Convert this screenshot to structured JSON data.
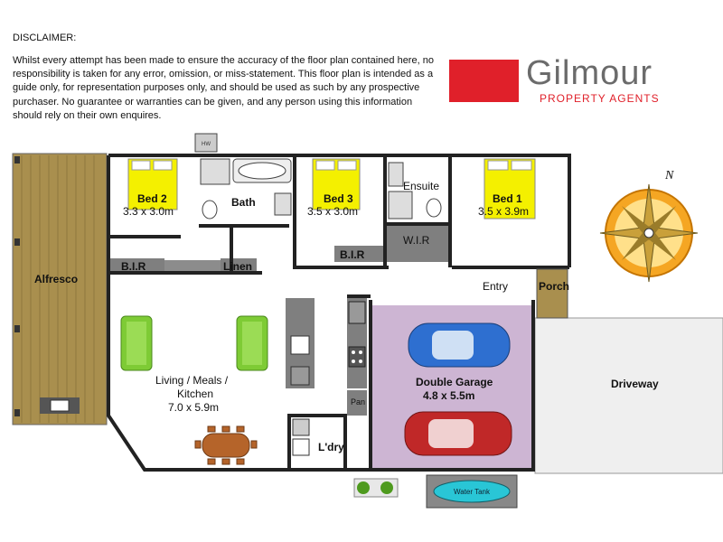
{
  "disclaimer": {
    "title": "DISCLAIMER:",
    "body": "Whilst every attempt has been made to ensure the accuracy of the floor plan contained here, no responsibility is taken for any error, omission, or miss-statement. This floor plan is intended as a guide only, for representation purposes only, and should be used as such by any prospective purchaser. No guarantee or warranties can be given, and any person using this information should rely on their own enquires."
  },
  "logo": {
    "name": "Gilmour",
    "subtitle": "PROPERTY AGENTS",
    "brand_color": "#e0202a"
  },
  "rooms": {
    "bed2": {
      "name": "Bed 2",
      "size": "3.3 x 3.0m"
    },
    "bath": {
      "name": "Bath"
    },
    "bed3": {
      "name": "Bed 3",
      "size": "3.5 x 3.0m"
    },
    "ensuite": {
      "name": "Ensuite"
    },
    "bed1": {
      "name": "Bed 1",
      "size": "3.5 x 3.9m"
    },
    "wir": {
      "name": "W.I.R"
    },
    "bir1": {
      "name": "B.I.R"
    },
    "bir2": {
      "name": "B.I.R"
    },
    "linen": {
      "name": "Linen"
    },
    "entry": {
      "name": "Entry"
    },
    "porch": {
      "name": "Porch"
    },
    "alfresco": {
      "name": "Alfresco"
    },
    "living": {
      "name": "Living / Meals /",
      "name2": "Kitchen",
      "size": "7.0 x 5.9m"
    },
    "garage": {
      "name": "Double Garage",
      "size": "4.8 x 5.5m"
    },
    "driveway": {
      "name": "Driveway"
    },
    "pan": {
      "name": "Pan"
    },
    "laundry": {
      "name": "L'dry"
    },
    "water_tank": {
      "name": "Water Tank"
    },
    "hw": {
      "name": "HW"
    }
  },
  "compass": {
    "north_label": "N"
  },
  "colors": {
    "alfresco": "#a98f4e",
    "garage": "#cdb5d3",
    "driveway": "#efefef",
    "bed": "#f4f000",
    "sofa": "#7ecb35",
    "table": "#b5642a",
    "car_blue": "#2e6fd0",
    "car_red": "#c02828",
    "water": "#29c6d6"
  }
}
